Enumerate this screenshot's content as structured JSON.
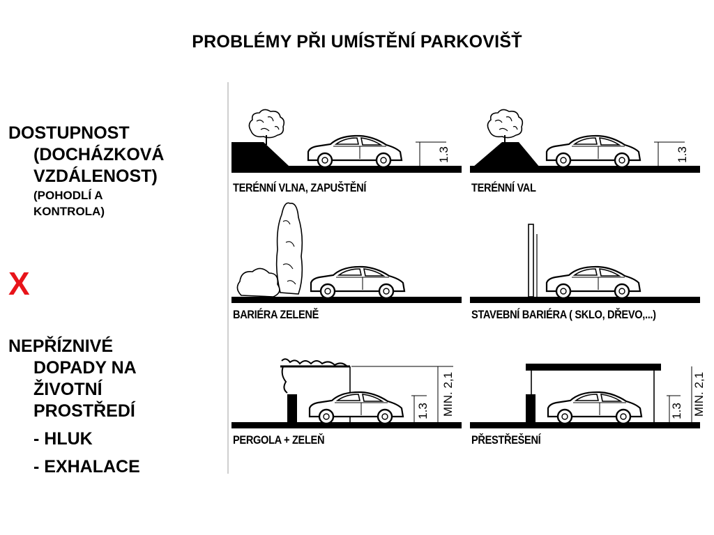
{
  "slide": {
    "title": "PROBLÉMY PŘI UMÍSTĚNÍ PARKOVIŠŤ"
  },
  "left": {
    "line1": "DOSTUPNOST",
    "line2": "(DOCHÁZKOVÁ",
    "line3": "VZDÁLENOST)",
    "sub1": "(POHODLÍ A",
    "sub2": "KONTROLA)",
    "x_mark": "X",
    "neg1": "NEPŘÍZNIVÉ",
    "neg2": "DOPADY NA",
    "neg3": "ŽIVOTNÍ",
    "neg4": "PROSTŘEDÍ",
    "item_noise": "- HLUK",
    "item_exhaust": "- EXHALACE"
  },
  "figure": {
    "height_label": "1.3",
    "min_height_label": "MIN. 2,1",
    "captions": {
      "terrain_wave": "TERÉNNÍ VLNA, ZAPUŠTĚNÍ",
      "terrain_bank": "TERÉNNÍ VAL",
      "green_barrier": "BARIÉRA ZELENĚ",
      "built_barrier": "STAVEBNÍ BARIÉRA  ( SKLO, DŘEVO,...)",
      "pergola": "PERGOLA + ZELEŇ",
      "roof": "PŘESTŘEŠENÍ"
    }
  }
}
